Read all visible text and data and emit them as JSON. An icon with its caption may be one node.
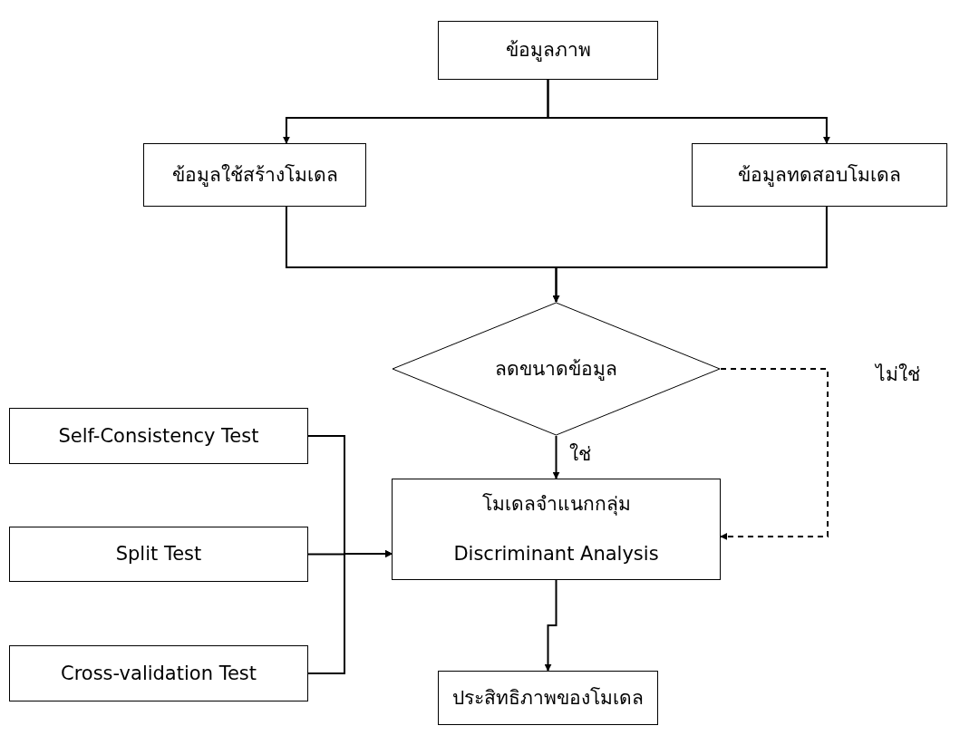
{
  "diagram": {
    "nodes": [
      {
        "text": [
          "ข้อมูลภาพ"
        ]
      },
      {
        "text": [
          "ข้อมูลใช้สร้างโมเดล"
        ]
      },
      {
        "text": [
          "ข้อมูลทดสอบโมเดล"
        ]
      },
      {
        "text": [
          "ลดขนาดข้อมูล"
        ]
      },
      {
        "text": [
          "Self-Consistency Test"
        ]
      },
      {
        "text": [
          "Split Test"
        ]
      },
      {
        "text": [
          "Cross-validation Test"
        ]
      },
      {
        "text": [
          "โมเดลจำแนกกลุ่ม",
          "Discriminant Analysis"
        ]
      },
      {
        "text": [
          "ประสิทธิภาพของโมเดล"
        ]
      }
    ],
    "edges": [
      {
        "from": 0,
        "to": 1,
        "arrow": "to"
      },
      {
        "from": 0,
        "to": 2,
        "arrow": "to"
      },
      {
        "from": 1,
        "to": 3,
        "arrow": "to"
      },
      {
        "from": 2,
        "to": 3,
        "arrow": "to"
      },
      {
        "from": 3,
        "to": 7,
        "arrow": "to",
        "label": "ใช่"
      },
      {
        "from": 3,
        "to": 7,
        "arrow": "to",
        "label": "ไม่ใช่",
        "style": "dashed"
      },
      {
        "from": 4,
        "to": 7,
        "arrow": "to"
      },
      {
        "from": 5,
        "to": 7,
        "arrow": "to"
      },
      {
        "from": 6,
        "to": 7,
        "arrow": "to"
      },
      {
        "from": 7,
        "to": 8,
        "arrow": "to"
      }
    ]
  }
}
